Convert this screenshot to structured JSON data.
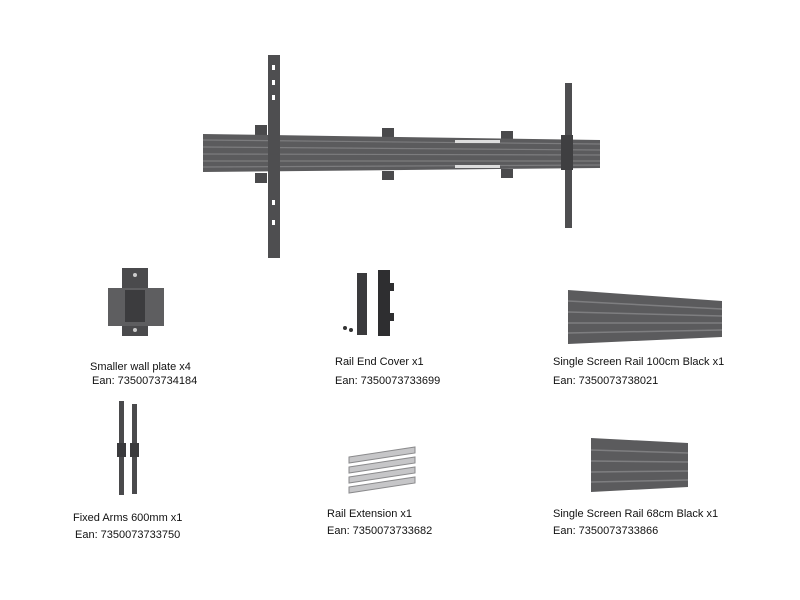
{
  "items": [
    {
      "name": "Smaller wall plate x4",
      "ean": "Ean:  7350073734184"
    },
    {
      "name": "Rail End Cover x1",
      "ean": "Ean:  7350073733699"
    },
    {
      "name": "Single Screen Rail 100cm Black x1",
      "ean": "Ean:  7350073738021"
    },
    {
      "name": "Fixed Arms 600mm x1",
      "ean": "Ean: 7350073733750"
    },
    {
      "name": "Rail Extension x1",
      "ean": "Ean: 7350073733682"
    },
    {
      "name": "Single Screen Rail 68cm Black x1",
      "ean": "Ean: 7350073733866"
    }
  ],
  "colors": {
    "metal": "#5b5b5d",
    "metal_light": "#8a8a8c",
    "silver": "#c8c8ca"
  }
}
